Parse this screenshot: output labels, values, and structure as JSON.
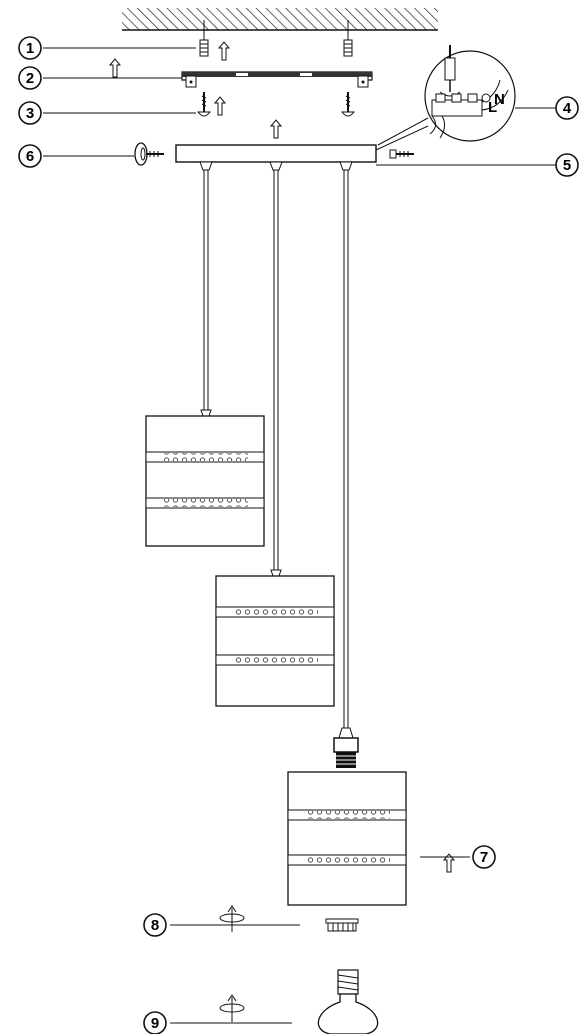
{
  "callouts": [
    {
      "id": "1",
      "text": "1"
    },
    {
      "id": "2",
      "text": "2"
    },
    {
      "id": "3",
      "text": "3"
    },
    {
      "id": "4",
      "text": "4"
    },
    {
      "id": "5",
      "text": "5"
    },
    {
      "id": "6",
      "text": "6"
    },
    {
      "id": "7",
      "text": "7"
    },
    {
      "id": "8",
      "text": "8"
    },
    {
      "id": "9",
      "text": "9"
    }
  ],
  "wiring": {
    "live": "L",
    "neutral": "N"
  },
  "colors": {
    "ink": "#111111",
    "hatch": "#222222",
    "perforation": "#555555"
  },
  "shades": 3
}
